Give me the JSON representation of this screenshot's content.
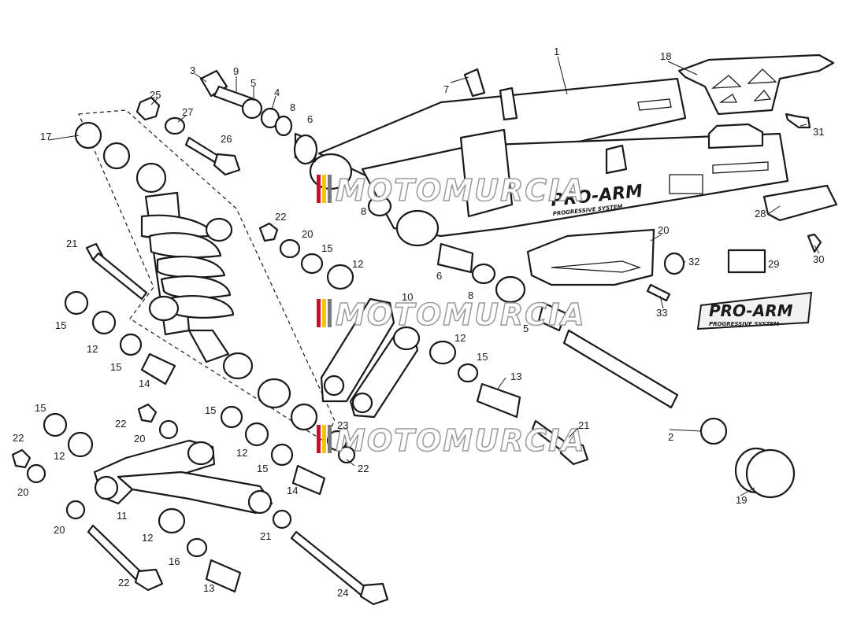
{
  "watermark": {
    "text": "MOTOMURCIA",
    "stripe_colors": [
      "#c8102e",
      "#f2c500",
      "#7a7a7a"
    ]
  },
  "decals": {
    "brand": "PRO-ARM",
    "tagline": "PROGRESSIVE SYSTEM"
  },
  "callouts": [
    "1",
    "2",
    "3",
    "4",
    "5",
    "6",
    "7",
    "8",
    "8",
    "8",
    "9",
    "10",
    "11",
    "12",
    "12",
    "12",
    "12",
    "12",
    "12",
    "13",
    "13",
    "14",
    "14",
    "15",
    "15",
    "15",
    "15",
    "15",
    "15",
    "15",
    "16",
    "17",
    "18",
    "19",
    "20",
    "20",
    "20",
    "20",
    "20",
    "21",
    "21",
    "21",
    "22",
    "22",
    "22",
    "22",
    "22",
    "23",
    "24",
    "25",
    "26",
    "27",
    "28",
    "29",
    "30",
    "31",
    "32",
    "33"
  ]
}
